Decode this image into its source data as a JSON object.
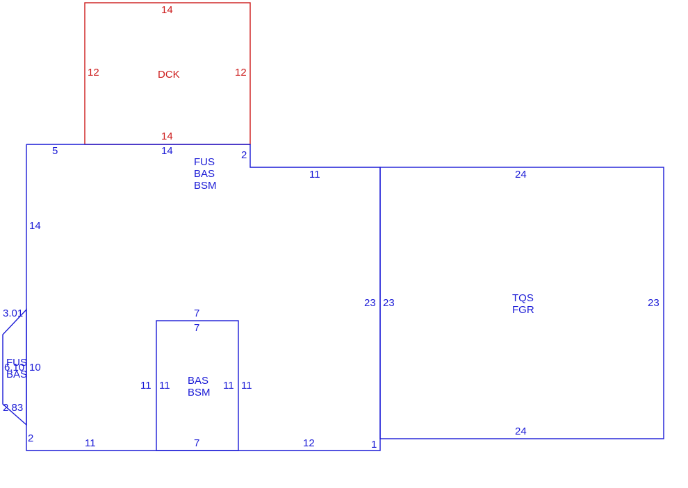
{
  "colors": {
    "main": "#1a1ad6",
    "deck": "#cc1a1a",
    "background": "#ffffff"
  },
  "deck": {
    "label": "DCK",
    "dims": {
      "top": "14",
      "left": "12",
      "right": "12",
      "bottom": "14"
    }
  },
  "main_house": {
    "labels": [
      "FUS",
      "BAS",
      "BSM"
    ],
    "dims": {
      "top_left": "5",
      "top_mid": "14",
      "step": "2",
      "top_right": "11",
      "left": "14",
      "right": "23",
      "bottom_left_short": "2",
      "bottom_left": "11",
      "bottom_right": "12",
      "bottom_corner": "1"
    }
  },
  "basement_inset": {
    "labels": [
      "BAS",
      "BSM"
    ],
    "dims": {
      "top_outer": "7",
      "top_inner": "7",
      "bottom": "7",
      "left_outer": "11",
      "left_inner": "11",
      "right_inner": "11",
      "right_outer": "11"
    }
  },
  "bay": {
    "labels": [
      "FUS",
      "BAS"
    ],
    "dims": {
      "top": "3.01",
      "mid": "6.10",
      "mid2": "10",
      "bottom": "2.83"
    }
  },
  "garage": {
    "labels": [
      "TQS",
      "FGR"
    ],
    "dims": {
      "top": "24",
      "bottom": "24",
      "left": "23",
      "right": "23"
    }
  }
}
